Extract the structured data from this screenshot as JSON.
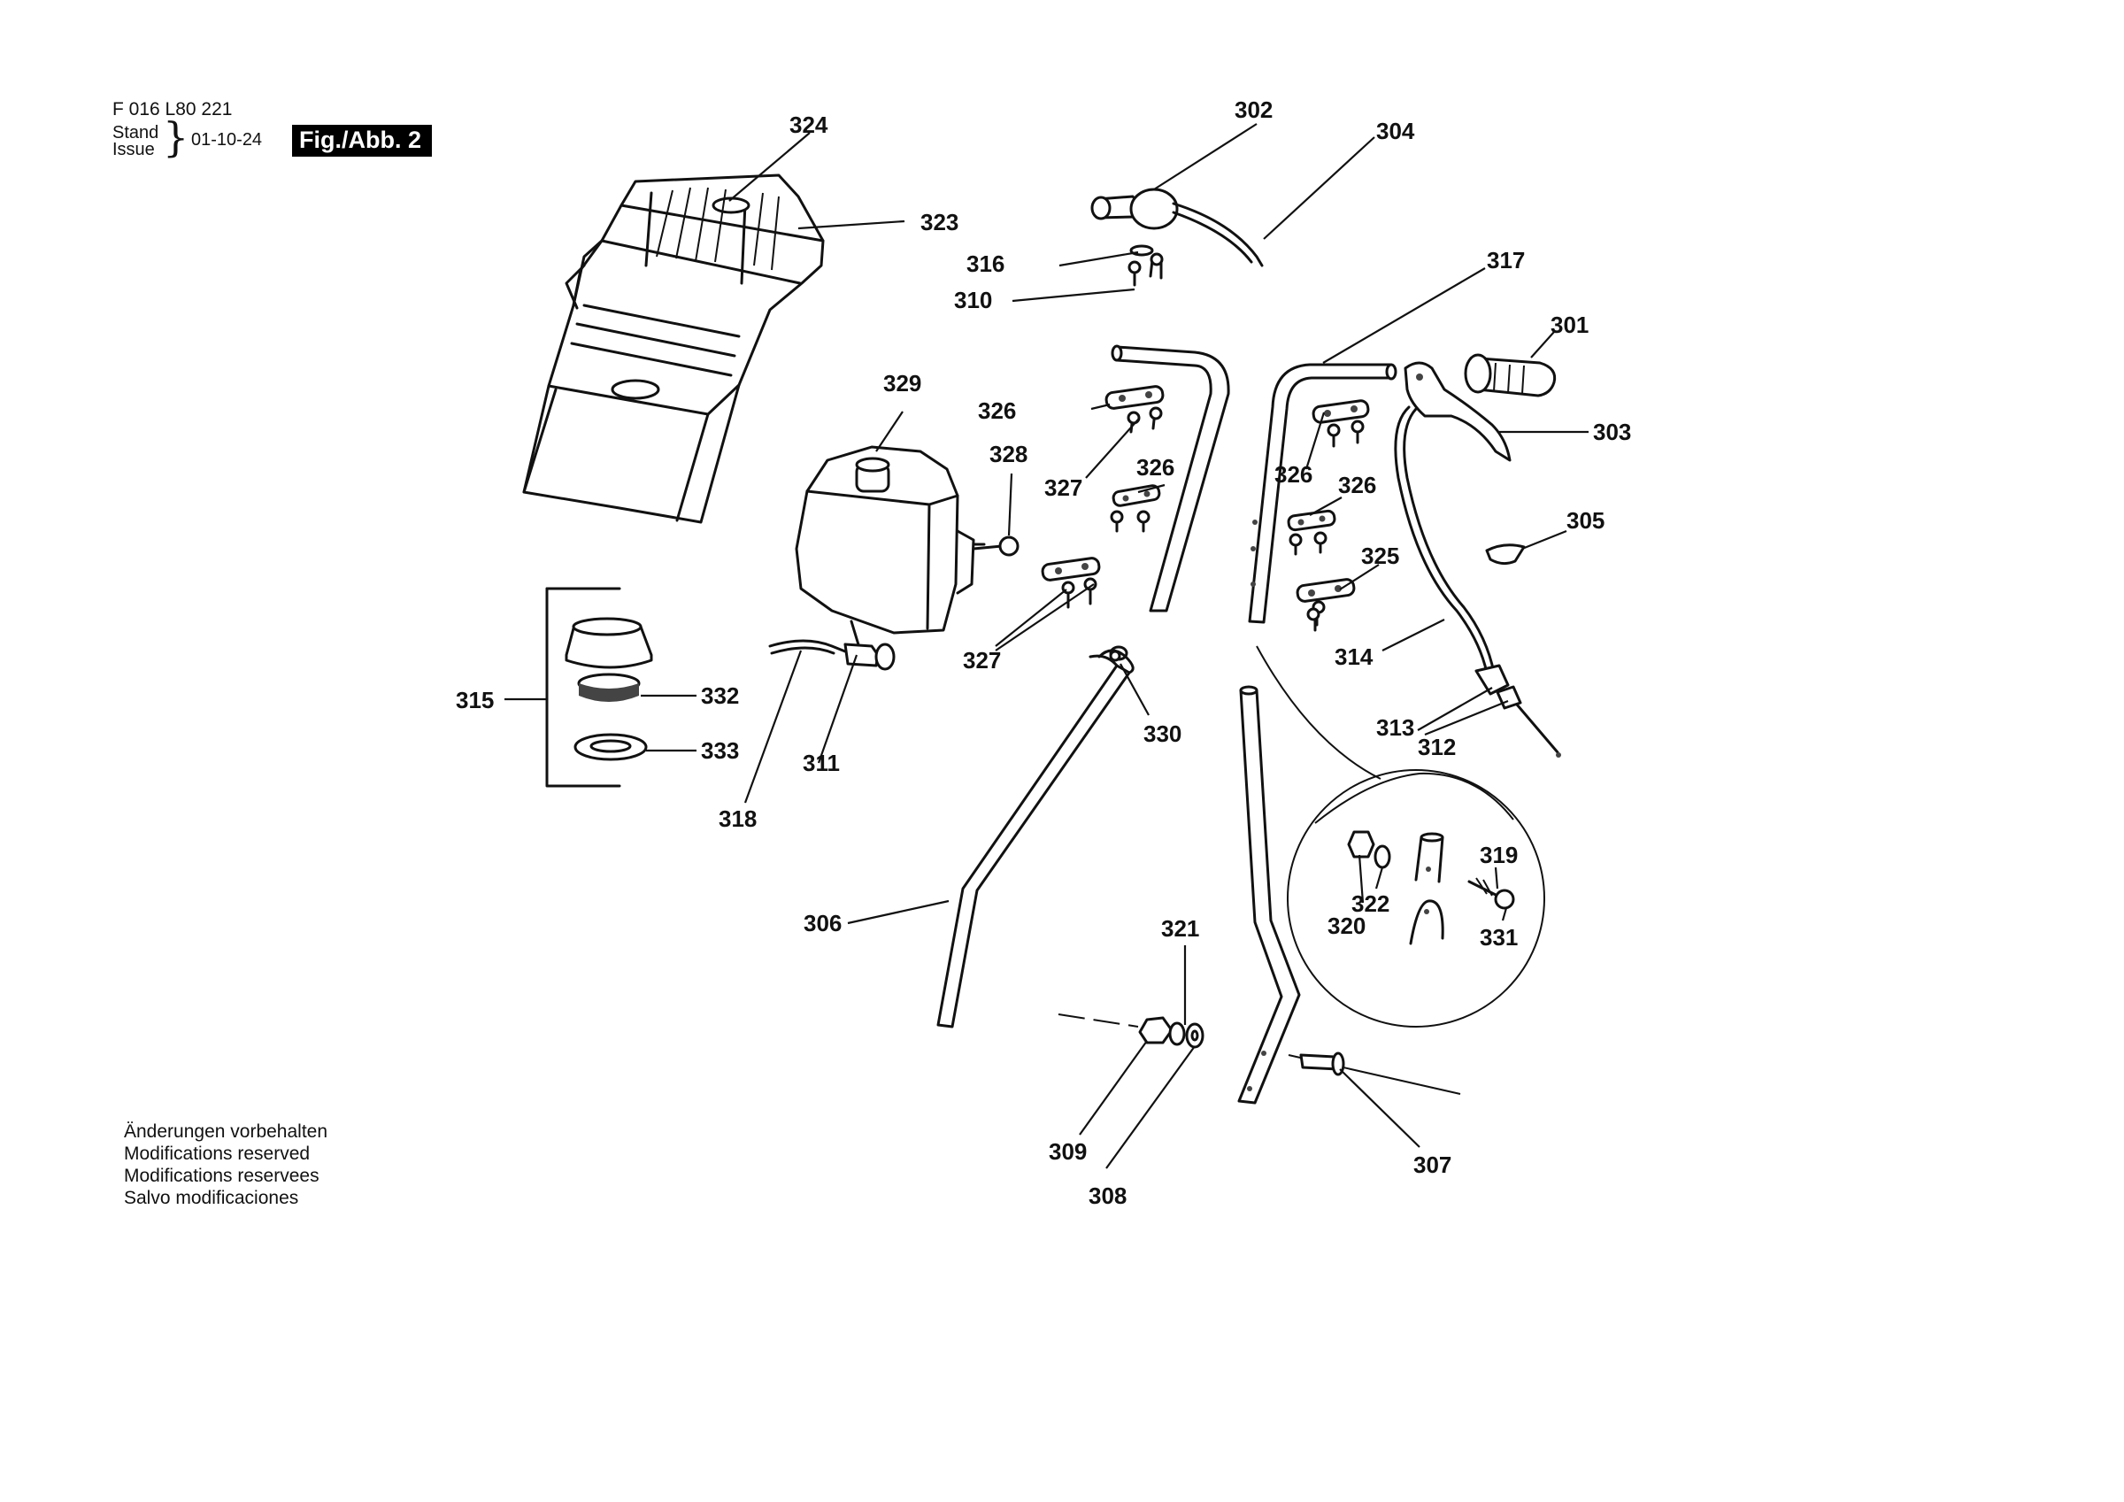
{
  "header": {
    "doc_number": "F 016 L80 221",
    "stand": "Stand",
    "issue": "Issue",
    "date": "01-10-24",
    "fig_label": "Fig./Abb. 2"
  },
  "notes": [
    "Änderungen vorbehalten",
    "Modifications reserved",
    "Modifications reservees",
    "Salvo modificaciones"
  ],
  "callouts": {
    "c301": "301",
    "c302": "302",
    "c303": "303",
    "c304": "304",
    "c305": "305",
    "c306": "306",
    "c307": "307",
    "c308": "308",
    "c309": "309",
    "c310": "310",
    "c311": "311",
    "c312": "312",
    "c313": "313",
    "c314": "314",
    "c315": "315",
    "c316": "316",
    "c317": "317",
    "c318": "318",
    "c319": "319",
    "c320": "320",
    "c321": "321",
    "c322": "322",
    "c323": "323",
    "c324": "324",
    "c325": "325",
    "c326a": "326",
    "c326b": "326",
    "c326c": "326",
    "c326d": "326",
    "c327a": "327",
    "c327b": "327",
    "c328": "328",
    "c329": "329",
    "c330": "330",
    "c331": "331",
    "c332": "332",
    "c333": "333"
  },
  "colors": {
    "ink": "#111111",
    "label_bg": "#000000",
    "label_fg": "#ffffff",
    "paper": "#ffffff"
  }
}
